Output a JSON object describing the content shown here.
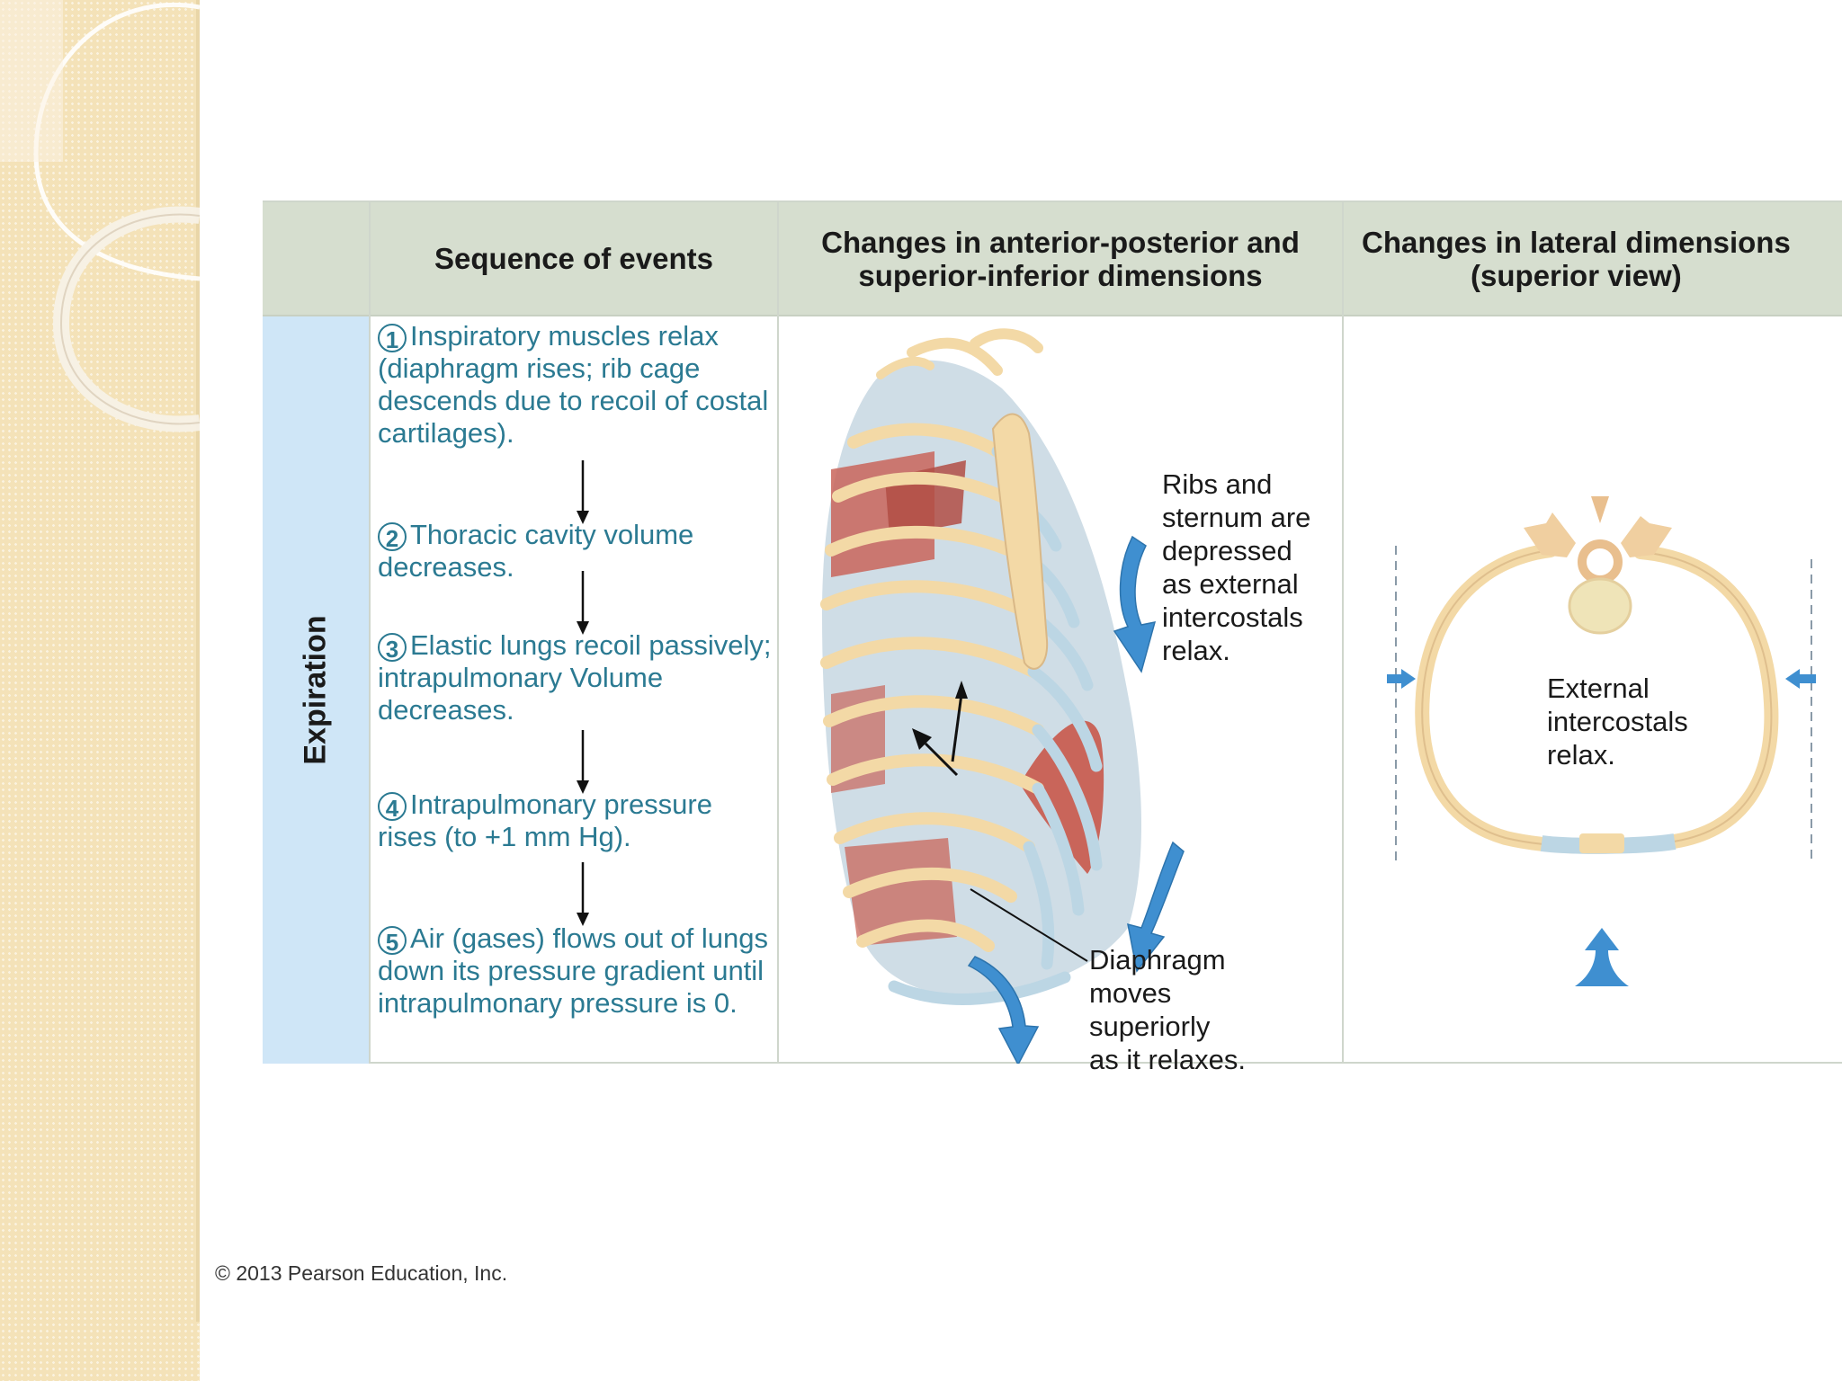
{
  "table": {
    "headers": {
      "col1": "Sequence of events",
      "col2_line1": "Changes in anterior-posterior and",
      "col2_line2": "superior-inferior dimensions",
      "col3_line1": "Changes in lateral dimensions",
      "col3_line2": "(superior view)"
    },
    "row_label": "Expiration",
    "steps": [
      {
        "num": "1",
        "text": "Inspiratory muscles relax (diaphragm rises; rib cage descends due to recoil of costal cartilages)."
      },
      {
        "num": "2",
        "text": "Thoracic cavity volume decreases."
      },
      {
        "num": "3",
        "text": "Elastic lungs recoil passively; intrapulmonary Volume decreases."
      },
      {
        "num": "4",
        "text": "Intrapulmonary pressure rises (to +1 mm Hg)."
      },
      {
        "num": "5",
        "text": "Air (gases) flows out of lungs down its pressure gradient until intrapulmonary pressure is 0."
      }
    ],
    "anatomy": {
      "ribs_label": [
        "Ribs and",
        "sternum are",
        "depressed",
        "as external",
        "intercostals",
        "relax."
      ],
      "diaphragm_label": [
        "Diaphragm",
        "moves",
        "superiorly",
        "as it relaxes."
      ]
    },
    "lateral": {
      "intercostals_label": [
        "External",
        "intercostals",
        "relax."
      ]
    }
  },
  "footer": {
    "copyright": "© 2013 Pearson Education, Inc."
  },
  "colors": {
    "step_text": "#2b7a92",
    "header_bg": "#d6decf",
    "row_label_bg": "#cfe6f7",
    "arrow_blue": "#3f8fd0",
    "bone": "#f3d9a6",
    "cartilage": "#bcd6e4",
    "muscle": "#c9655a"
  }
}
